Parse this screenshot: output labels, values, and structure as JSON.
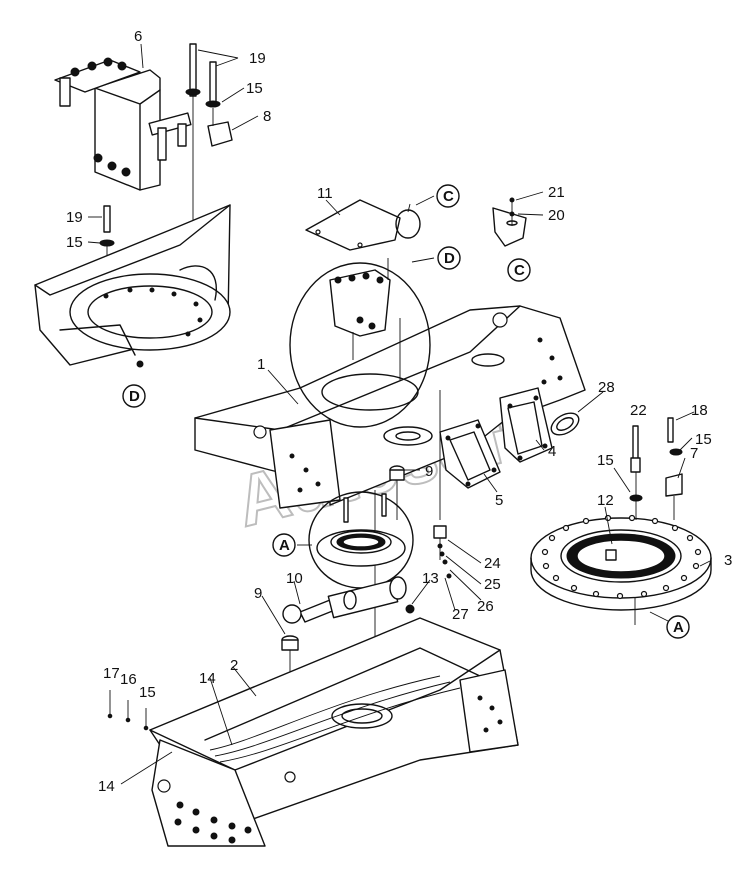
{
  "watermark": "Autosoft",
  "callouts": {
    "c1": "1",
    "c2": "2",
    "c3": "3",
    "c4": "4",
    "c5": "5",
    "c6": "6",
    "c7": "7",
    "c8": "8",
    "c9a": "9",
    "c9b": "9",
    "c10": "10",
    "c11": "11",
    "c12": "12",
    "c13": "13",
    "c14a": "14",
    "c14b": "14",
    "c15a": "15",
    "c15b": "15",
    "c15c": "15",
    "c15d": "15",
    "c15e": "15",
    "c16": "16",
    "c17": "17",
    "c18": "18",
    "c19a": "19",
    "c19b": "19",
    "c20": "20",
    "c21": "21",
    "c22": "22",
    "c24": "24",
    "c25": "25",
    "c26": "26",
    "c27": "27",
    "c28": "28"
  },
  "detail_markers": {
    "a_left": "A",
    "a_right": "A",
    "c_top": "C",
    "c_bottom": "C",
    "d_top": "D",
    "d_bottom": "D"
  }
}
